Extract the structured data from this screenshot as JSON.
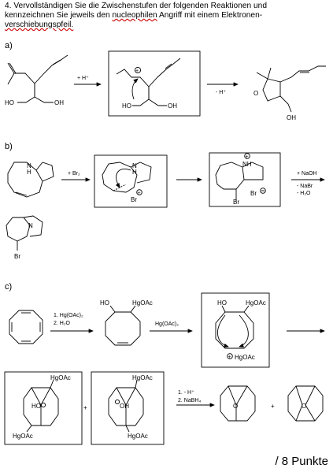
{
  "intro": {
    "line1": "4.  Vervollständigen  Sie  die  Zwischenstufen  der  folgenden  Reaktionen  und",
    "line2a": "kennzeichnen  Sie  jeweils  den  ",
    "line2u": "nucleophilen",
    "line2b": "  Angriff  mit  einem  Elektronen-",
    "line3": "verschiebungspfeil."
  },
  "sections": {
    "a": "a)",
    "b": "b)",
    "c": "c)"
  },
  "score": "/ 8 Punkte",
  "labels": {
    "a_reagent": "+ H⁺",
    "a_minus_h": "- H⁺",
    "ho": "HO",
    "oh": "OH",
    "o": "O",
    "h": "H",
    "n": "N",
    "nh": "NH",
    "br": "Br",
    "br2": "+ Br₂",
    "naoh": "+ NaOH",
    "minus_nabr": "- NaBr",
    "minus_h2o": "- H₂O",
    "step1": "1. Hg(OAc)₂",
    "step2": "2. H₂O",
    "hgoac": "HgOAc",
    "hgoac2": "Hg(OAc)₂",
    "plus": "+",
    "plus_charge": "⊕",
    "minus_charge": "⊖",
    "final1": "1. - H⁺",
    "final2": "2. NaBH₄"
  }
}
